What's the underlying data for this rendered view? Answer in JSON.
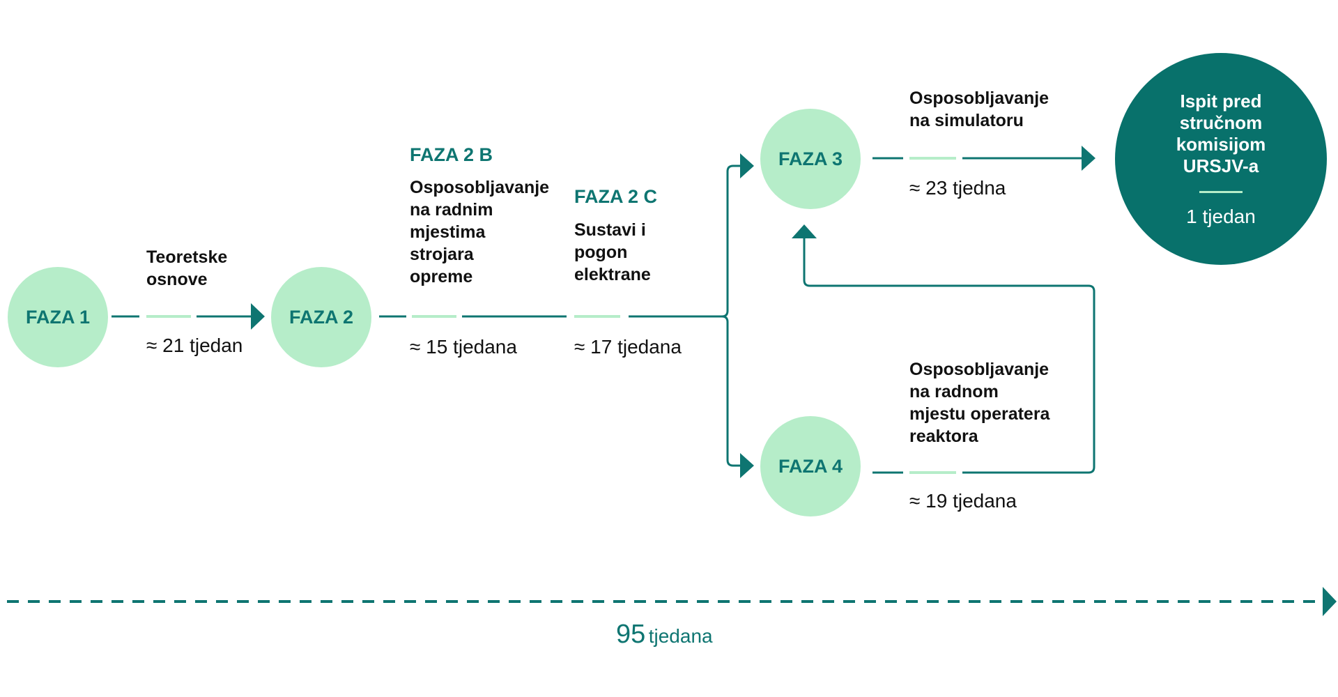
{
  "nodes": {
    "faza1": "FAZA 1",
    "faza2": "FAZA 2",
    "faza3": "FAZA 3",
    "faza4": "FAZA 4"
  },
  "phases": {
    "faza2b": "FAZA 2 B",
    "faza2c": "FAZA 2 C"
  },
  "steps": {
    "teoretske": {
      "lines": [
        "Teoretske",
        "osnove"
      ],
      "duration": "≈ 21 tjedan"
    },
    "faza2b": {
      "lines": [
        "Osposobljavanje",
        "na radnim",
        "mjestima",
        "strojara",
        "opreme"
      ],
      "duration": "≈ 15 tjedana"
    },
    "faza2c": {
      "lines": [
        "Sustavi i",
        "pogon",
        "elektrane"
      ],
      "duration": "≈ 17 tjedana"
    },
    "simulator": {
      "lines": [
        "Osposobljavanje",
        "na simulatoru"
      ],
      "duration": "≈ 23 tjedna"
    },
    "operater": {
      "lines": [
        "Osposobljavanje",
        "na radnom",
        "mjestu operatera",
        "reaktora"
      ],
      "duration": "≈ 19 tjedana"
    }
  },
  "final": {
    "lines": [
      "Ispit pred",
      "stručnom",
      "komisijom",
      "URSJV-a"
    ],
    "duration": "1 tjedan"
  },
  "total": {
    "number": "95",
    "unit": "tjedana"
  },
  "colors": {
    "line": "#0e7571",
    "node_fill": "#b6edc9",
    "node_text": "#0e7571",
    "final_fill": "#08716b",
    "segment_light": "#b6edc9"
  }
}
